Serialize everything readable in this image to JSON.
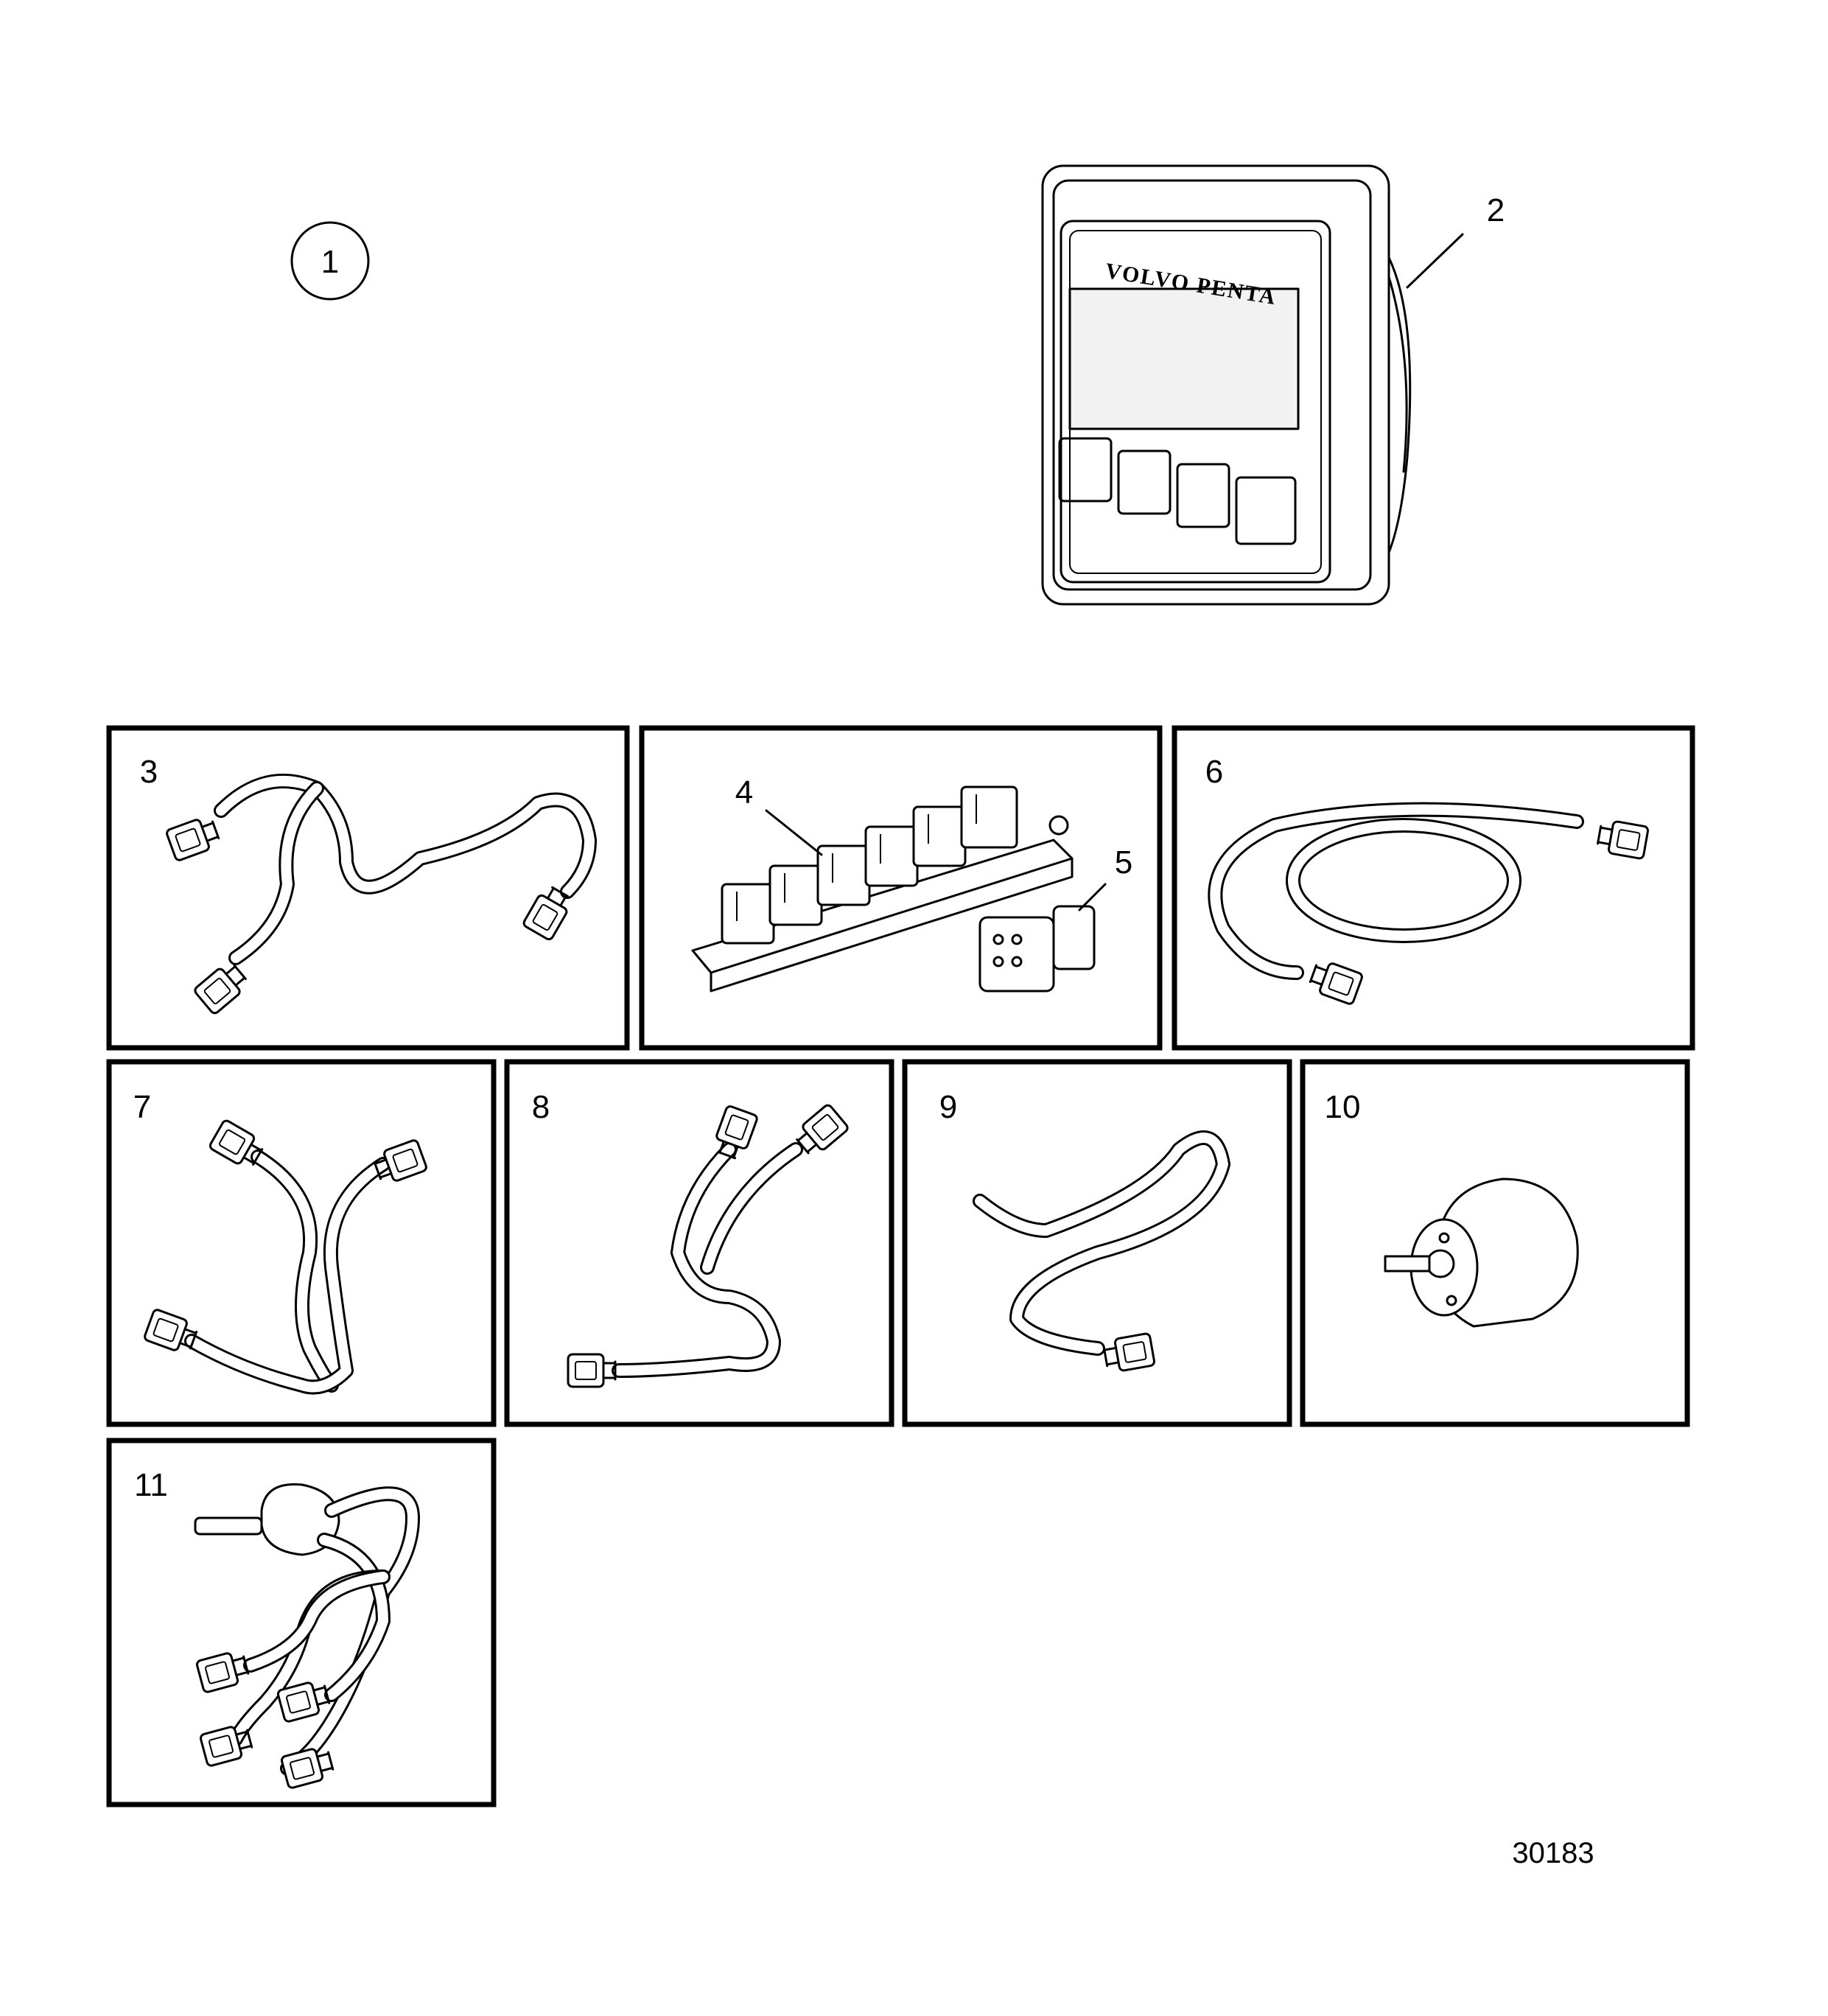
{
  "labels": {
    "item_1": "1",
    "item_2": "2",
    "item_3": "3",
    "item_4": "4",
    "item_5": "5",
    "item_6": "6",
    "item_7": "7",
    "item_8": "8",
    "item_9": "9",
    "item_10": "10",
    "item_11": "11"
  },
  "display": {
    "brand_text": "VOLVO PENTA"
  },
  "figure_number": "30183"
}
